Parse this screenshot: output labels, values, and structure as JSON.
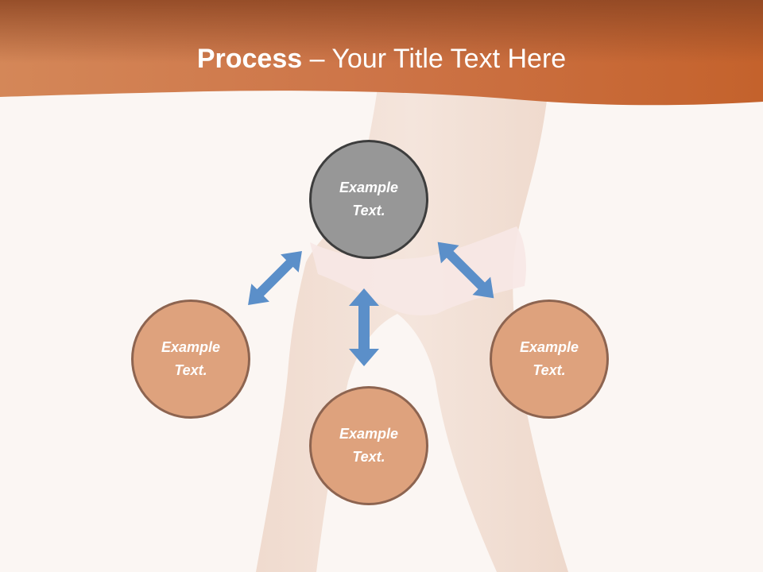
{
  "title": {
    "strong": "Process",
    "separator": " – ",
    "rest": "Your Title Text Here"
  },
  "colors": {
    "banner": "#c8683a",
    "banner_dark": "#9a4a22",
    "arrow": "#5b8fc9",
    "circle_center": "#979797",
    "circle_outer": "#dea27d"
  },
  "diagram": {
    "center": {
      "text": "Example\nText."
    },
    "left": {
      "text": "Example\nText."
    },
    "bottom": {
      "text": "Example\nText."
    },
    "right": {
      "text": "Example\nText."
    }
  }
}
